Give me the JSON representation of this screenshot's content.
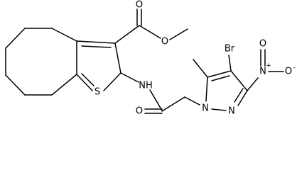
{
  "molecule": {
    "atoms": {
      "carbonyl_o_ester": "O",
      "ester_o": "O",
      "bromine": "Br",
      "thiophene_s": "S",
      "amide_nh": "NH",
      "amide_o": "O",
      "nitro_n": "N",
      "nitro_n_charge": "+",
      "nitro_o_top": "O",
      "nitro_o_right": "O",
      "nitro_o_right_charge": "-",
      "pyrazole_n1": "N",
      "pyrazole_n2": "N"
    },
    "colors": {
      "bond": "#000000",
      "label": "#000000",
      "background": "#ffffff"
    }
  }
}
